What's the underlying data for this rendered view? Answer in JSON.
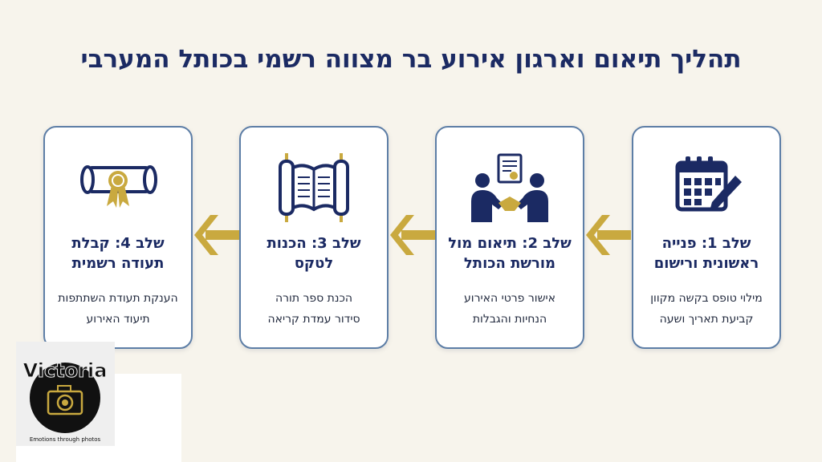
{
  "title": "תהליך תיאום וארגון אירוע בר מצווה רשמי בכותל המערבי",
  "colors": {
    "navy": "#1b2a63",
    "gold": "#c9a93f",
    "card_border": "#5d7ea6",
    "background": "#f7f4ec"
  },
  "steps": [
    {
      "title": "שלב 1: פנייה ראשונית ורישום",
      "lines": [
        "מילוי טופס בקשה מקוון",
        "קביעת תאריך ושעה"
      ],
      "icon": "calendar-pencil-icon"
    },
    {
      "title": "שלב 2: תיאום מול מורשת הכותל",
      "lines": [
        "אישור פרטי האירוע",
        "הנחיות והגבלות"
      ],
      "icon": "handshake-document-icon"
    },
    {
      "title": "שלב 3: הכנות לטקס",
      "lines": [
        "הכנת ספר תורה",
        "סידור עמדת קריאה"
      ],
      "icon": "torah-scroll-icon"
    },
    {
      "title": "שלב 4: קבלת תעודה רשמית",
      "lines": [
        "הענקת תעודת השתתפות",
        "תיעוד האירוע"
      ],
      "icon": "certificate-scroll-icon"
    }
  ],
  "logo": {
    "name": "Victoria",
    "tagline": "Emotions through photos"
  }
}
